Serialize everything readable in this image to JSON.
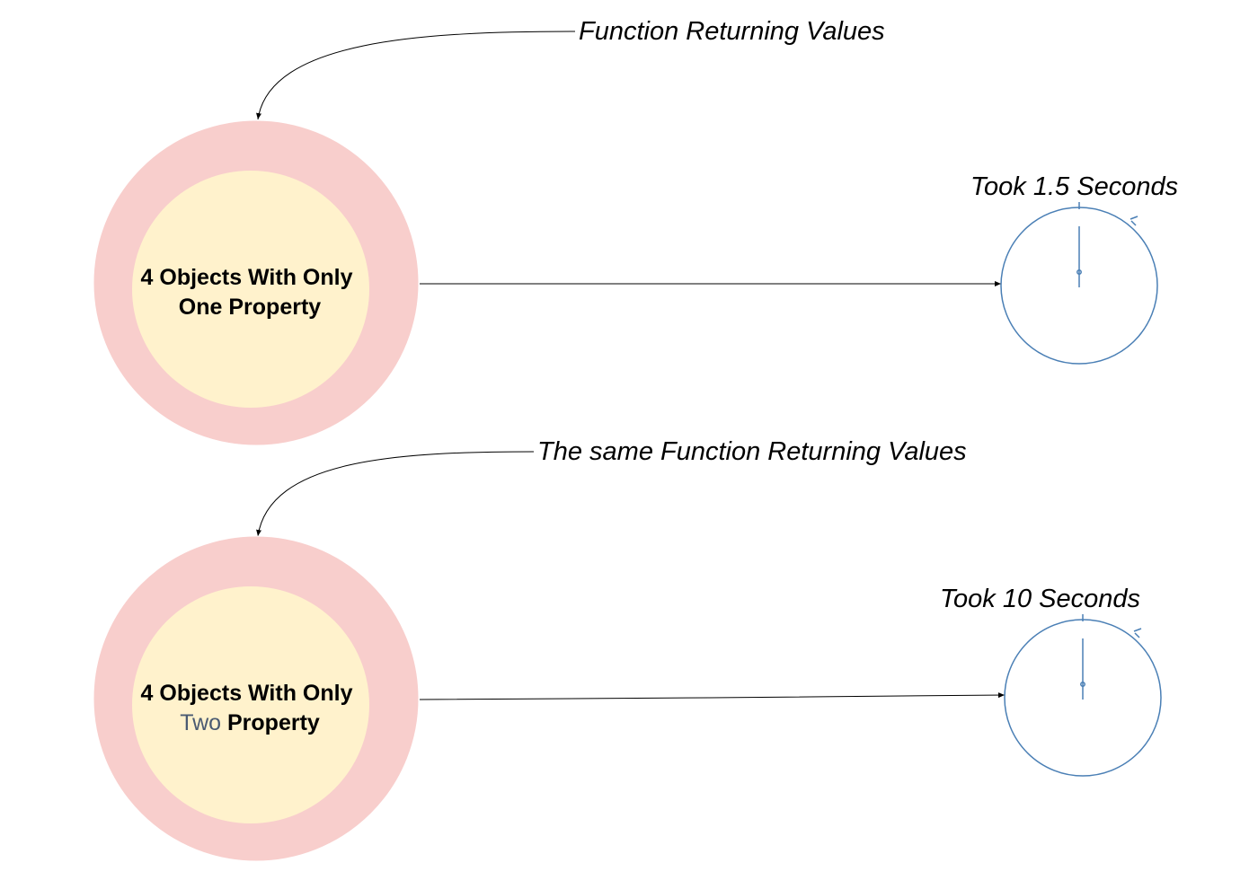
{
  "flows": [
    {
      "caption": "Function Returning Values",
      "circle_line1": "4 Objects With Only",
      "circle_line2_word": "One",
      "circle_line2_rest": " Property",
      "timer_caption": "Took 1.5 Seconds"
    },
    {
      "caption": "The same Function Returning Values",
      "circle_line1": "4 Objects With Only",
      "circle_line2_word": "Two",
      "circle_line2_rest": " Property",
      "timer_caption": "Took 10 Seconds"
    }
  ],
  "colors": {
    "outer_ring": "#f8cecc",
    "inner_disc": "#fff2cc",
    "timer_stroke": "#4a7fb5",
    "highlight_word_two": "#4a5a72"
  },
  "icons": {
    "timer": "stopwatch-icon"
  }
}
